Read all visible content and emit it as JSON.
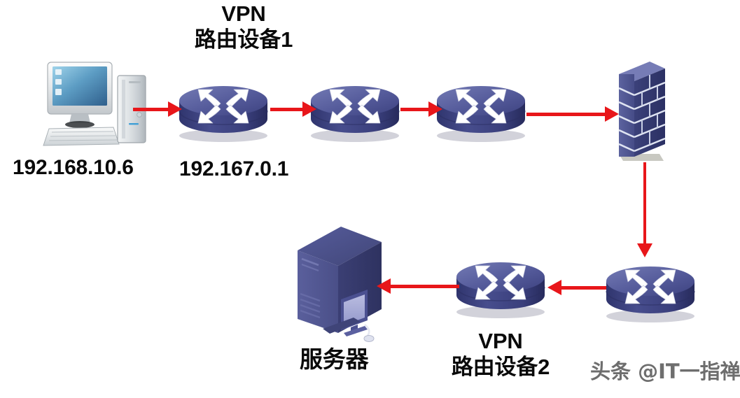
{
  "diagram": {
    "title": "VPN network topology",
    "background_color": "#ffffff",
    "arrow_color": "#e8161a",
    "device_color": "#5a5f9e"
  },
  "labels": {
    "vpn_router_1_line1": "VPN",
    "vpn_router_1_line2": "路由设备1",
    "vpn_router_2_line1": "VPN",
    "vpn_router_2_line2": "路由设备2",
    "client_ip": "192.168.10.6",
    "router1_ip": "192.167.0.1",
    "server_label": "服务器"
  },
  "nodes": [
    {
      "id": "client",
      "kind": "desktop-computer",
      "name": "client-computer"
    },
    {
      "id": "router1",
      "kind": "router",
      "name": "vpn-router-1"
    },
    {
      "id": "router2",
      "kind": "router",
      "name": "router-2"
    },
    {
      "id": "router3",
      "kind": "router",
      "name": "router-3"
    },
    {
      "id": "firewall",
      "kind": "firewall",
      "name": "firewall"
    },
    {
      "id": "router4",
      "kind": "router",
      "name": "router-4"
    },
    {
      "id": "router5",
      "kind": "router",
      "name": "vpn-router-2"
    },
    {
      "id": "server",
      "kind": "server-tower",
      "name": "server"
    }
  ],
  "connections": [
    {
      "from": "client",
      "to": "router1",
      "direction": "right"
    },
    {
      "from": "router1",
      "to": "router2",
      "direction": "right"
    },
    {
      "from": "router2",
      "to": "router3",
      "direction": "right"
    },
    {
      "from": "router3",
      "to": "firewall",
      "direction": "right"
    },
    {
      "from": "firewall",
      "to": "router4",
      "direction": "down"
    },
    {
      "from": "router4",
      "to": "router5",
      "direction": "left"
    },
    {
      "from": "router5",
      "to": "server",
      "direction": "left"
    }
  ],
  "watermark": {
    "text": "头条 @IT一指禅"
  }
}
